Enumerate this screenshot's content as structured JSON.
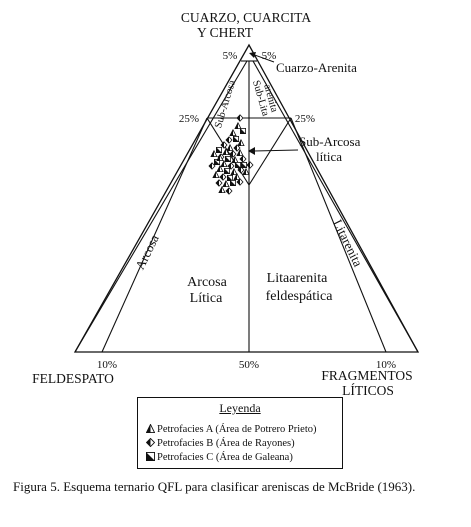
{
  "vertices": {
    "top_line1": "CUARZO, CUARCITA",
    "top_line2": "Y CHERT",
    "left": "FELDESPATO",
    "right_line1": "FRAGMENTOS",
    "right_line2": "LÍTICOS"
  },
  "percent_labels": {
    "top_left_5": "5%",
    "top_right_5": "5%",
    "left_25": "25%",
    "right_25": "25%",
    "base_left_10": "10%",
    "base_mid_50": "50%",
    "base_right_10": "10%"
  },
  "fields": {
    "cuarzo_arenita": "Cuarzo-Arenita",
    "sub_arcosa": "Sub-Arcosa",
    "sub_lita_1": "Sub-Lita",
    "sub_lita_2": "arenita",
    "sub_arcosa_litica_1": "Sub-Arcosa",
    "sub_arcosa_litica_2": "lítica",
    "arcosa": "Arcosa",
    "litarenita": "Litarenita",
    "arcosa_litica_1": "Arcosa",
    "arcosa_litica_2": "Lítica",
    "litarenita_feld_1": "Litaarenita",
    "litarenita_feld_2": "feldespática"
  },
  "legend": {
    "title": "Leyenda",
    "items": [
      {
        "label": "Petrofacies A (Área de Potrero Prieto)",
        "symbol": "triangle-half"
      },
      {
        "label": "Petrofacies B (Área de Rayones)",
        "symbol": "diamond-half"
      },
      {
        "label": "Petrofacies C (Área de Galeana)",
        "symbol": "square-half"
      }
    ]
  },
  "caption": "Figura 5. Esquema ternario QFL para clasificar areniscas de McBride (1963).",
  "colors": {
    "ink": "#111111",
    "background": "#ffffff"
  }
}
